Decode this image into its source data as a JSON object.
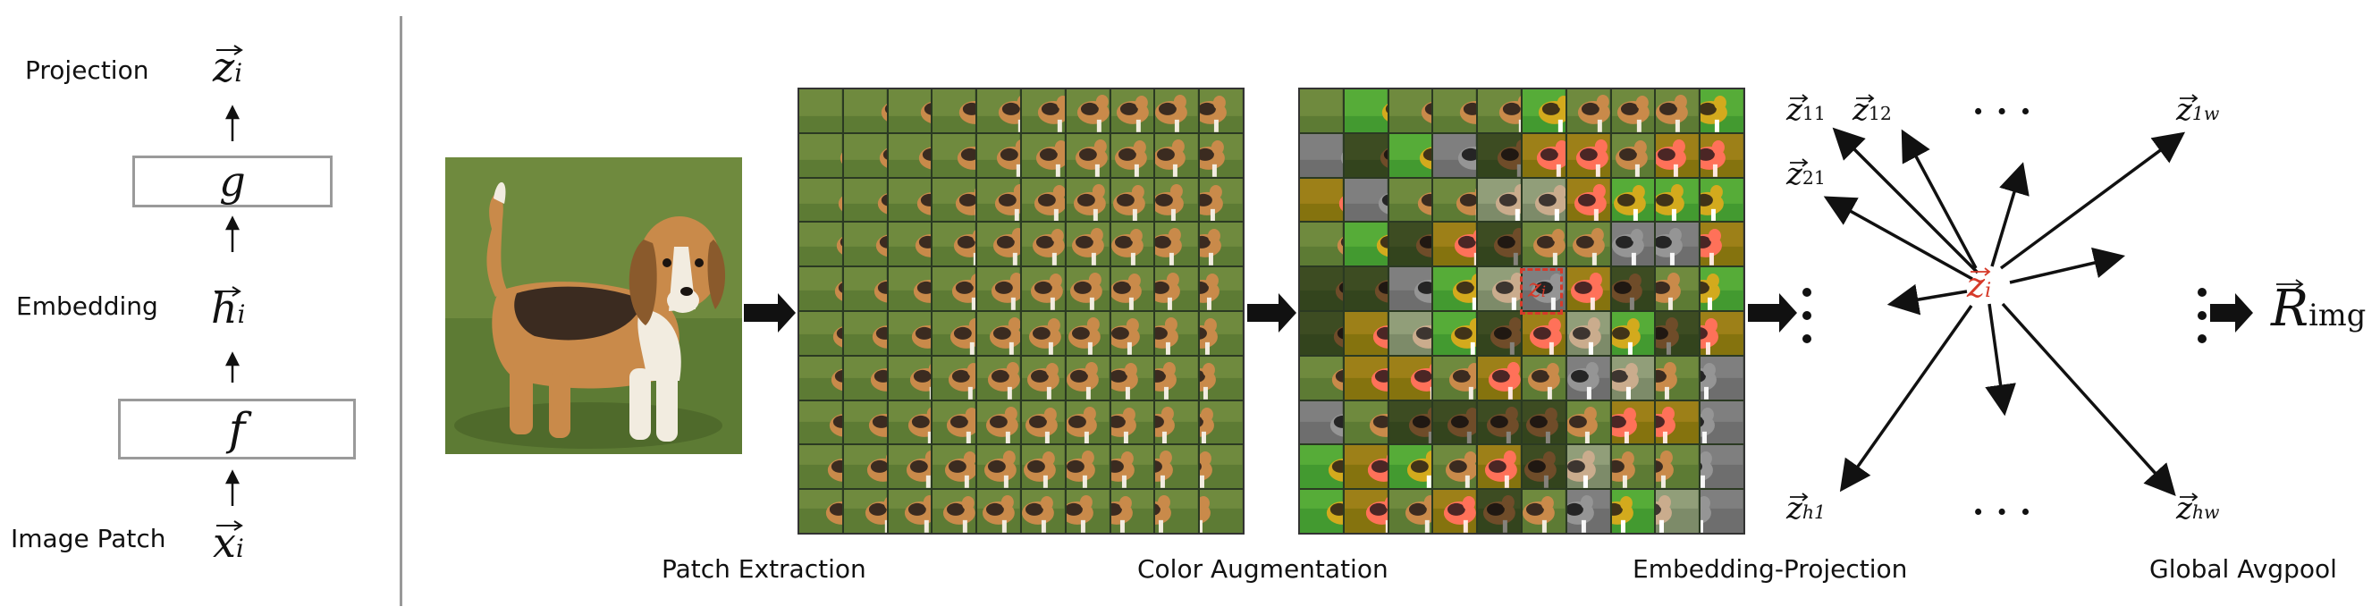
{
  "left_panel": {
    "projection_label": "Projection",
    "embedding_label": "Embedding",
    "image_patch_label": "Image Patch",
    "z_symbol": "z",
    "z_sub": "i",
    "g_box": "g",
    "h_symbol": "h",
    "h_sub": "i",
    "f_box": "f",
    "x_symbol": "x",
    "x_sub": "i"
  },
  "stages": {
    "patch_extraction": "Patch Extraction",
    "color_augmentation": "Color Augmentation",
    "embedding_projection": "Embedding-Projection",
    "global_avgpool": "Global Avgpool"
  },
  "projection_vectors": {
    "center": {
      "base": "z",
      "sub": "i"
    },
    "z11": {
      "base": "z",
      "sub": "11"
    },
    "z12": {
      "base": "z",
      "sub": "12"
    },
    "z21": {
      "base": "z",
      "sub": "21"
    },
    "z1w": {
      "base": "z",
      "sub": "1w"
    },
    "zh1": {
      "base": "z",
      "sub": "h1"
    },
    "zhw": {
      "base": "z",
      "sub": "hw"
    },
    "ellipsis_top": "· · ·",
    "ellipsis_bottom": "· · ·"
  },
  "output": {
    "base": "R",
    "sub": "img"
  },
  "patch_grid": {
    "rows": 10,
    "cols": 10
  },
  "colors": {
    "highlight": "#d63a2a",
    "grass": "#6f8a3e",
    "dog_tan": "#c98a4a",
    "dog_dark": "#3b2b20",
    "dog_white": "#f2ece0",
    "box_border": "#9a9a9a",
    "divider": "#999999"
  }
}
